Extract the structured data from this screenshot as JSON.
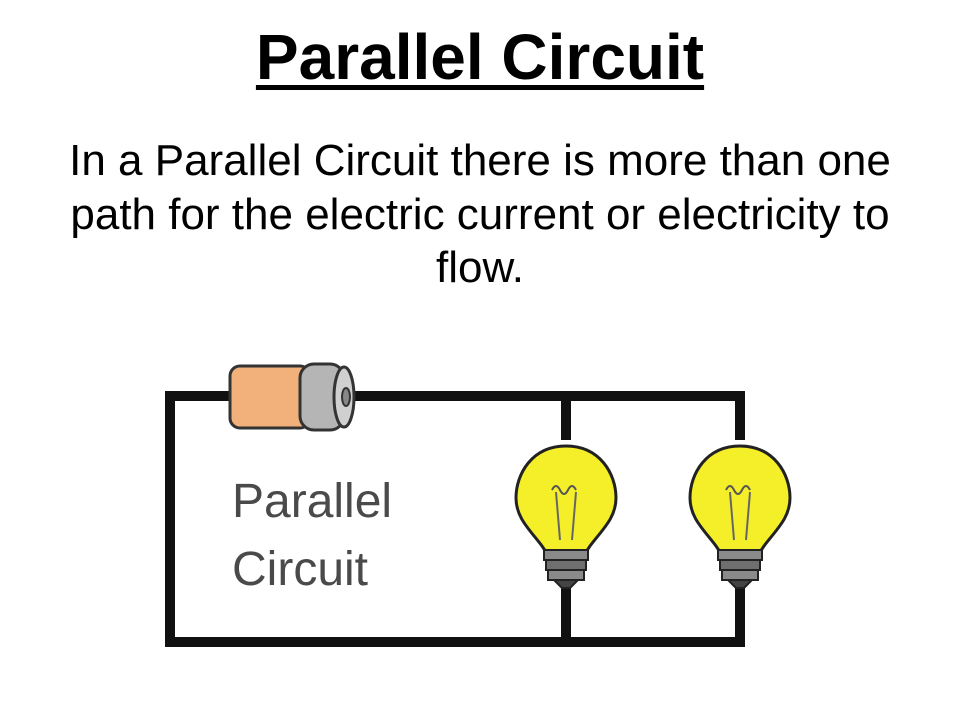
{
  "slide": {
    "title": "Parallel Circuit",
    "description": "In a Parallel Circuit there is more than one path for the electric current or electricity to flow."
  },
  "diagram": {
    "label_line1": "Parallel",
    "label_line2": "Circuit",
    "colors": {
      "wire": "#111111",
      "battery_body": "#f2b07a",
      "battery_cap": "#a9a9a9",
      "bulb_glass": "#f5ef2a",
      "bulb_base": "#7a7a7a"
    }
  }
}
